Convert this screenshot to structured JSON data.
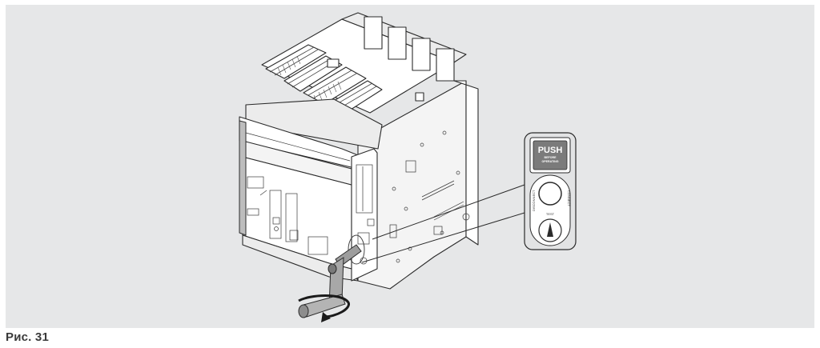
{
  "caption": "Рис. 31",
  "detail_label": {
    "push": "PUSH",
    "before": "BEFORE",
    "operating": "OPERATING",
    "disconnect": "DISCONNECT",
    "test": "TEST",
    "connect": "CONNECT"
  },
  "colors": {
    "panel_background": "#e6e7e8",
    "push_button": "#7b7b7b",
    "outline": "#2b2b2b",
    "handle": "#9d9d9d"
  },
  "icons": [
    "rotation-arrow-icon",
    "racking-handle-icon",
    "leader-line-icon"
  ]
}
